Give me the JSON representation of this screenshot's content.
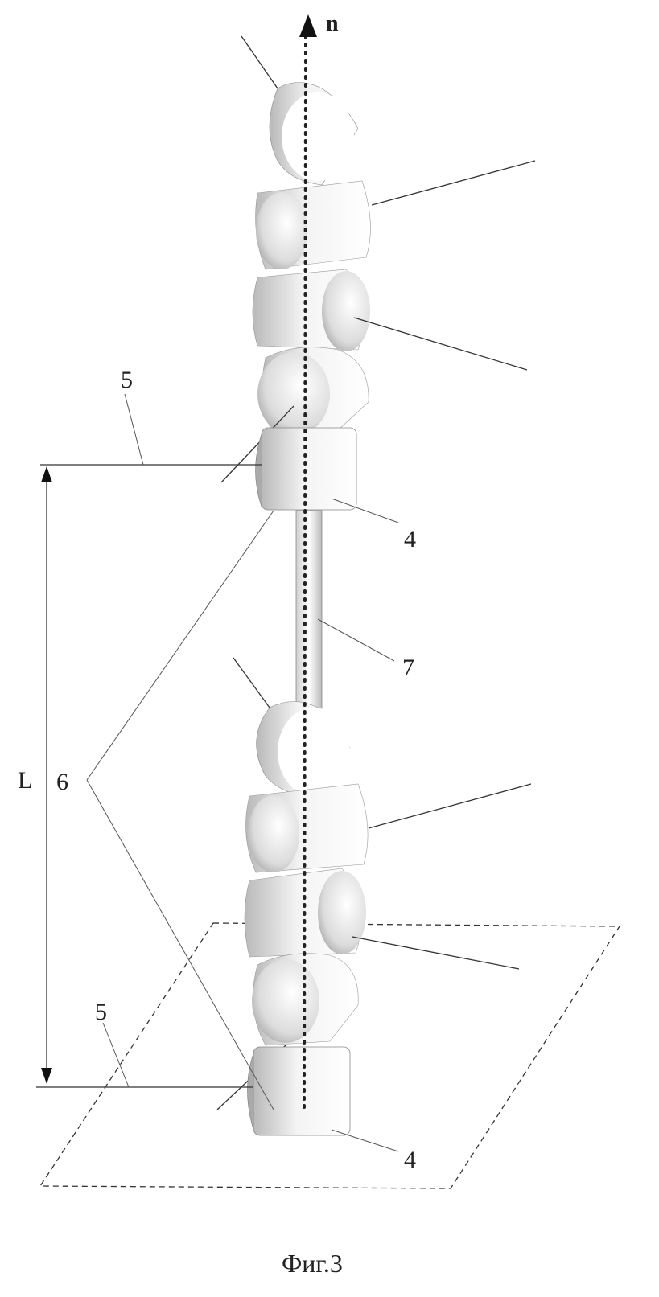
{
  "figure": {
    "axis_label": "n",
    "labels": {
      "roller_top": "5",
      "block_top": "4",
      "rod": "7",
      "length": "L",
      "link": "6",
      "roller_bottom": "5",
      "block_bottom": "4"
    },
    "caption": "Фиг.3"
  }
}
